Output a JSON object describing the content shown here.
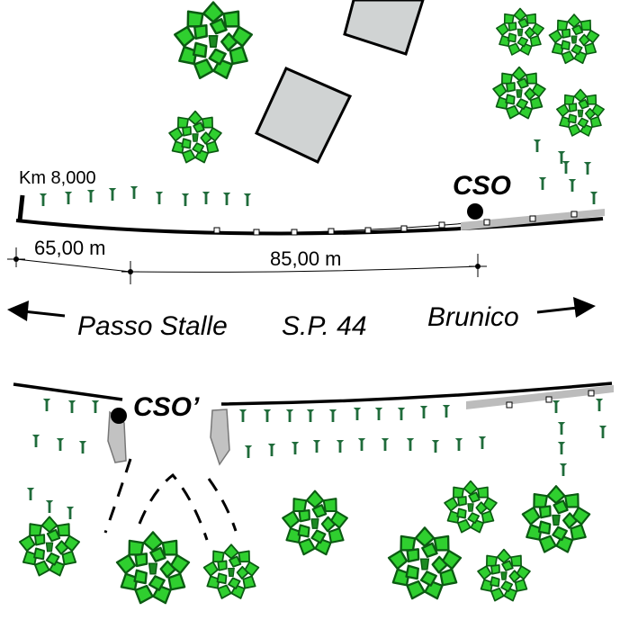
{
  "labels": {
    "km_marker": "Km 8,000",
    "cso": "CSO",
    "cso_prime": "CSO’",
    "dist_1": "65,00 m",
    "dist_2": "85,00 m",
    "dir_left": "Passo Stalle",
    "road": "S.P. 44",
    "dir_right": "Brunico"
  },
  "colors": {
    "tree_fill": "#2fcf2f",
    "tree_stroke": "#0b5a12",
    "tree_center": "#1c8a22",
    "sapling": "#1f6b3a",
    "building_fill": "#d0d3d3",
    "guardrail": "#bcbcbc",
    "road_edge": "#000000"
  },
  "icons": {
    "tree": "tree-icon",
    "sapling": "sapling-icon",
    "point": "survey-point-icon",
    "arrow": "direction-arrow-icon"
  }
}
